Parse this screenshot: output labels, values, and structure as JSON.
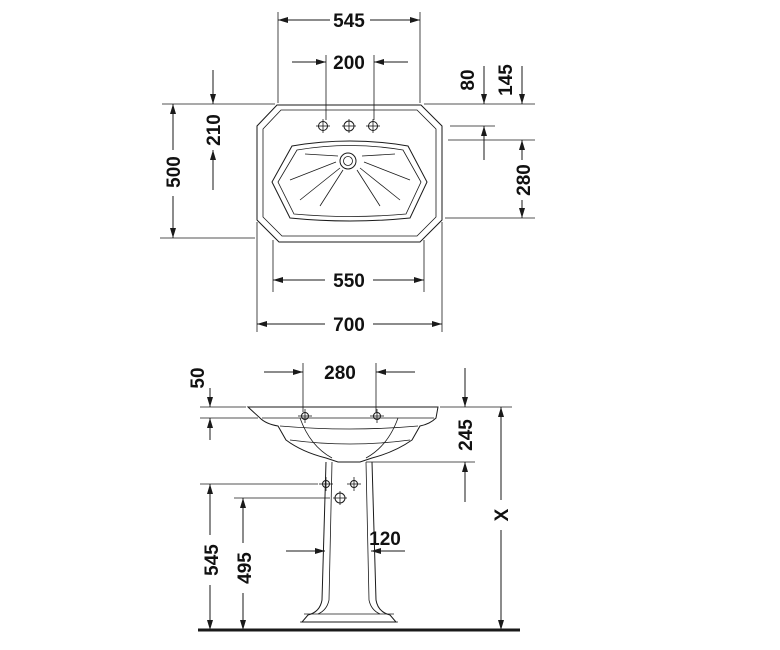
{
  "top_view": {
    "dims": {
      "overall_top_width": "545",
      "tap_spacing": "200",
      "tap_offset": "80",
      "basin_offset": "145",
      "depth_to_taps": "210",
      "overall_depth": "500",
      "bowl_depth": "280",
      "bowl_width": "550",
      "overall_width": "700"
    }
  },
  "front_view": {
    "dims": {
      "rim_height": "50",
      "tap_spacing_front": "280",
      "basin_height": "245",
      "total_height": "X",
      "pedestal_width": "120",
      "outlet_height_1": "545",
      "outlet_height_2": "495"
    }
  }
}
